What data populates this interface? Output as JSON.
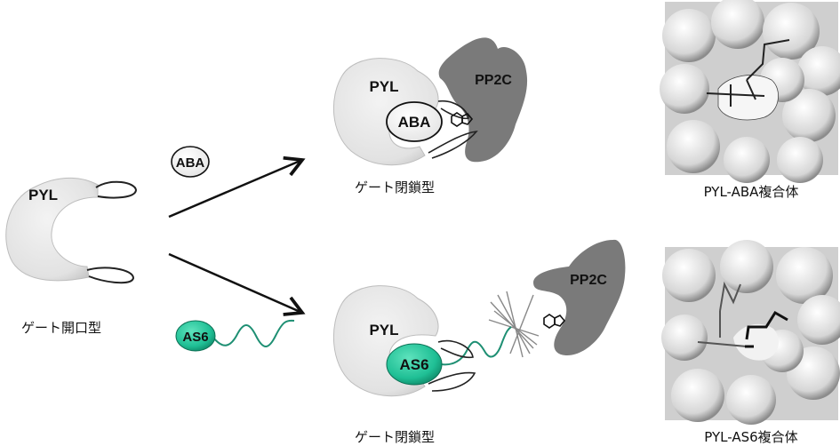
{
  "colors": {
    "pyl_fill": "#e6e6e6",
    "pp2c_fill": "#7a7a7a",
    "as6_fill": "#1fbf95",
    "as6_tail": "#1e8f73",
    "line": "#1a1a1a"
  },
  "open_state": {
    "protein_label": "PYL",
    "caption": "ゲート開口型"
  },
  "ligands": {
    "aba_label": "ABA",
    "as6_label": "AS6"
  },
  "aba_complex": {
    "pyl_label": "PYL",
    "ligand_label": "ABA",
    "pp2c_label": "PP2C",
    "caption": "ゲート閉鎖型"
  },
  "as6_complex": {
    "pyl_label": "PYL",
    "ligand_label": "AS6",
    "pp2c_label": "PP2C",
    "caption": "ゲート閉鎖型"
  },
  "structures": {
    "aba_caption": "PYL-ABA複合体",
    "as6_caption": "PYL-AS6複合体"
  },
  "icons": {
    "arrow_up": "arrow-right-up-icon",
    "arrow_down": "arrow-right-down-icon",
    "clash": "steric-clash-icon"
  }
}
